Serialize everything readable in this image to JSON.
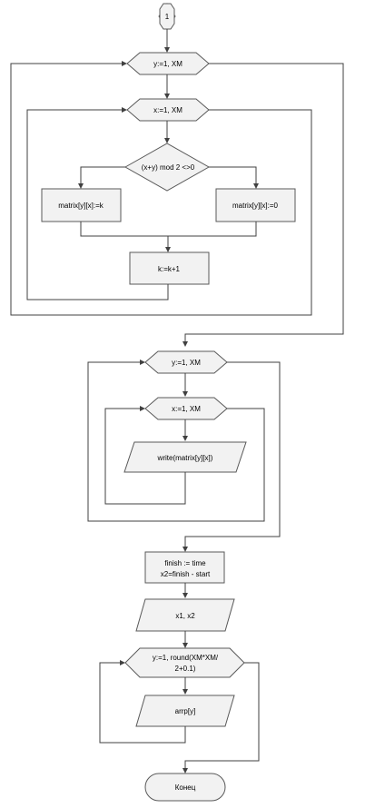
{
  "nodes": {
    "connector": "1",
    "loop_y1": "y:=1, XM",
    "loop_x1": "x:=1, XM",
    "condition": "(x+y) mod 2 <>0",
    "assign_k": "matrix[y][x]:=k",
    "assign_0": "matrix[y][x]:=0",
    "increment": "k:=k+1",
    "loop_y2": "y:=1, XM",
    "loop_x2": "x:=1, XM",
    "write": "write(matrix[y][x])",
    "finish_line1": "finish := time",
    "finish_line2": "x2=finish - start",
    "output": "x1, x2",
    "loop_y3_line1": "y:=1, round(XM*XM/",
    "loop_y3_line2": "2+0.1)",
    "arrp": "arrp[y]",
    "end": "Конец"
  }
}
